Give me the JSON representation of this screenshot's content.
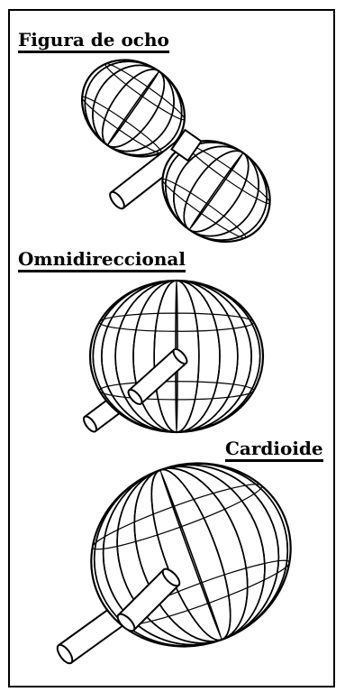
{
  "labels": {
    "figure_eight": "Figura de ocho",
    "omnidirectional": "Omnidireccional",
    "cardioid": "Cardioide"
  },
  "colors": {
    "ink": "#000000",
    "background": "#ffffff"
  }
}
